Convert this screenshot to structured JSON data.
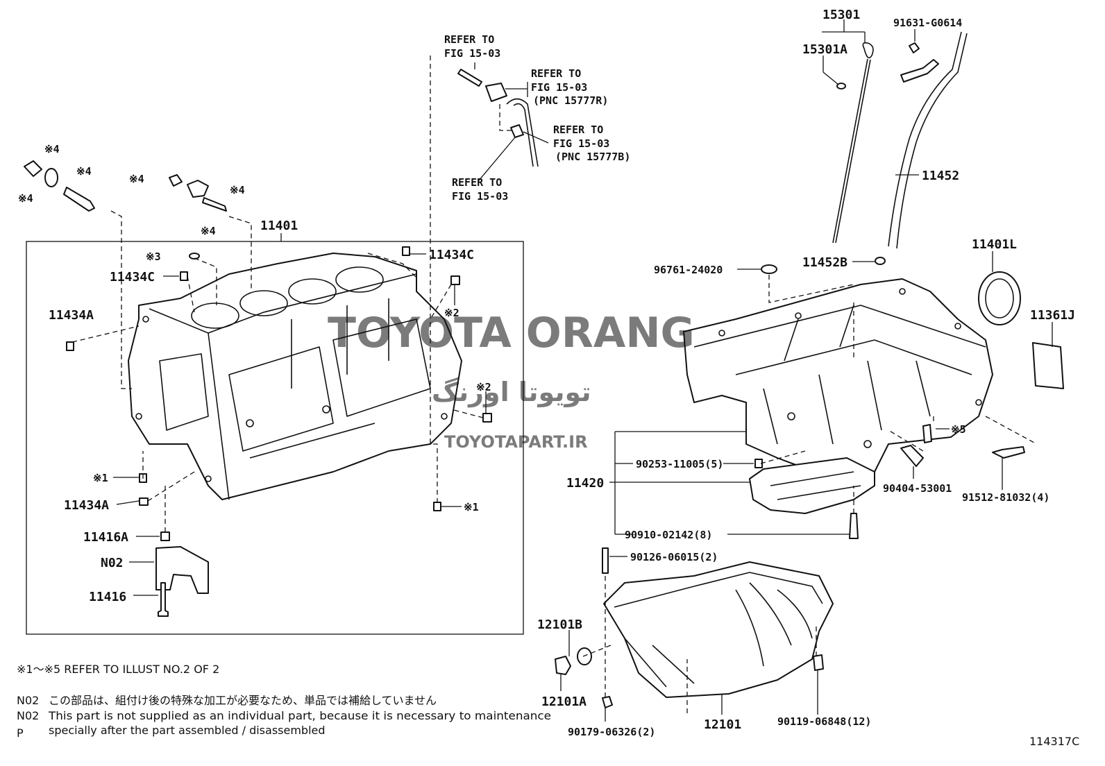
{
  "labels": {
    "p15301": "15301",
    "p15301A": "15301A",
    "p91631": "91631-G0614",
    "p11452": "11452",
    "p11452B": "11452B",
    "p96761": "96761-24020",
    "p11401L": "11401L",
    "p11361J": "11361J",
    "p11401": "11401",
    "p11434C_a": "11434C",
    "p11434C_b": "11434C",
    "p11434A_a": "11434A",
    "p11434A_b": "11434A",
    "p11416A": "11416A",
    "pN02": "N02",
    "p11416": "11416",
    "p11420": "11420",
    "p90253": "90253-11005(5)",
    "p90910": "90910-02142(8)",
    "p90404": "90404-53001",
    "p91512": "91512-81032(4)",
    "p90126": "90126-06015(2)",
    "p12101B": "12101B",
    "p12101A": "12101A",
    "p12101": "12101",
    "p90179": "90179-06326(2)",
    "p90119": "90119-06848(12)",
    "diagram_id": "114317C"
  },
  "marks": {
    "m4a": "※4",
    "m4b": "※4",
    "m4c": "※4",
    "m4d": "※4",
    "m4e": "※4",
    "m4f": "※4",
    "m3": "※3",
    "m2a": "※2",
    "m2b": "※2",
    "m1a": "※1",
    "m1b": "※1",
    "m5": "※5"
  },
  "refs": {
    "r1_line1": "REFER TO",
    "r1_line2": "FIG 15-03",
    "r2_line1": "REFER TO",
    "r2_line2": "FIG 15-03",
    "r2_line3": "(PNC 15777R)",
    "r3_line1": "REFER TO",
    "r3_line2": "FIG 15-03",
    "r3_line3": "(PNC 15777B)",
    "r4_line1": "REFER TO",
    "r4_line2": "FIG 15-03"
  },
  "notes": {
    "refer_illust": "※1～※5 REFER TO ILLUST NO.2 OF 2",
    "n02_code_jp": "N02",
    "n02_jp": "この部品は、組付け後の特殊な加工が必要なため、単品では補給していません",
    "n02_code_en": "N02",
    "n02_en_line1": "This part is not supplied as an individual part, because it is necessary to maintenance",
    "n02_en_line2": "specially after the part assembled / disassembled",
    "p_mark": "P"
  },
  "watermark": {
    "brand": "TOYOTA ORANG",
    "persian": "تویوتا اورنگ",
    "site": "TOYOTAPART.IR",
    "color": "#e58a8a"
  }
}
